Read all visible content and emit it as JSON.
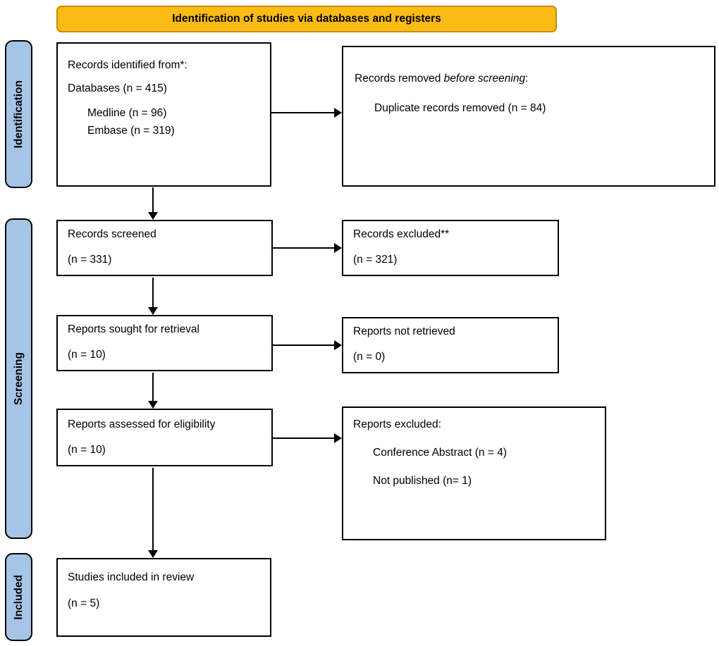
{
  "banner": {
    "label": "Identification of studies via databases and registers"
  },
  "stages": {
    "identification": "Identification",
    "screening": "Screening",
    "included": "Included"
  },
  "boxes": {
    "records_identified": {
      "title": "Records identified from*:",
      "databases": "Databases (n = 415)",
      "medline": "Medline (n = 96)",
      "embase": "Embase (n = 319)"
    },
    "records_removed": {
      "prefix": "Records removed ",
      "italic": "before screening",
      "suffix": ":",
      "duplicates": "Duplicate records removed  (n = 84)"
    },
    "records_screened": {
      "title": "Records screened",
      "count": "(n = 331)"
    },
    "records_excluded": {
      "title": "Records excluded**",
      "count": "(n = 321)"
    },
    "reports_sought": {
      "title": "Reports sought for retrieval",
      "count": "(n = 10)"
    },
    "reports_not_retrieved": {
      "title": "Reports not retrieved",
      "count": "(n = 0)"
    },
    "reports_assessed": {
      "title": "Reports assessed for eligibility",
      "count": "(n = 10)"
    },
    "reports_excluded": {
      "title": "Reports excluded:",
      "reason1": "Conference Abstract (n =  4)",
      "reason2": "Not published (n= 1)"
    },
    "studies_included": {
      "title": "Studies included in review",
      "count": "(n = 5)"
    }
  },
  "colors": {
    "banner_bg": "#FBBB17",
    "banner_border": "#C68E00",
    "stage_bg": "#A6C5E6"
  }
}
